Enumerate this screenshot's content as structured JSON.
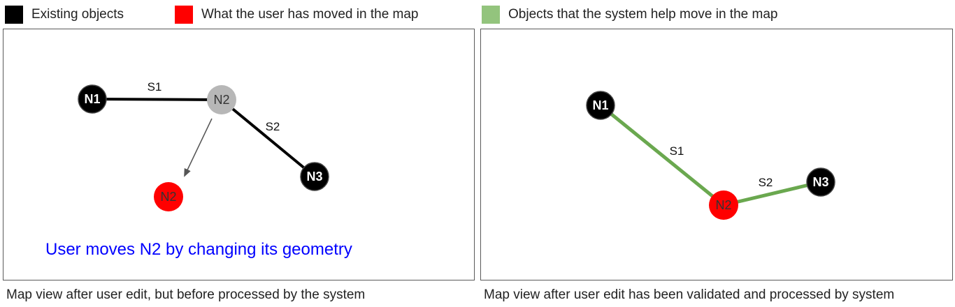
{
  "legend": [
    {
      "label": "Existing objects",
      "color": "#000000"
    },
    {
      "label": "What the user has moved in the map",
      "color": "#ff0000"
    },
    {
      "label": "Objects that the system help move in the map",
      "color": "#93c47d"
    }
  ],
  "left_panel": {
    "caption": "Map view after user edit, but before processed by the system",
    "note": "User moves N2 by changing its geometry",
    "note_color": "#0000ff",
    "nodes": {
      "n1": "N1",
      "n2_old": "N2",
      "n3": "N3",
      "n2_new": "N2"
    },
    "edges": {
      "s1": "S1",
      "s2": "S2"
    }
  },
  "right_panel": {
    "caption": "Map view after user edit has been validated and processed by system",
    "nodes": {
      "n1": "N1",
      "n2": "N2",
      "n3": "N3"
    },
    "edges": {
      "s1": "S1",
      "s2": "S2"
    }
  },
  "colors": {
    "existing": "#000000",
    "moved": "#ff0000",
    "helped": "#6aa84f",
    "previous_position": "#b7b7b7",
    "arrow": "#555555"
  }
}
